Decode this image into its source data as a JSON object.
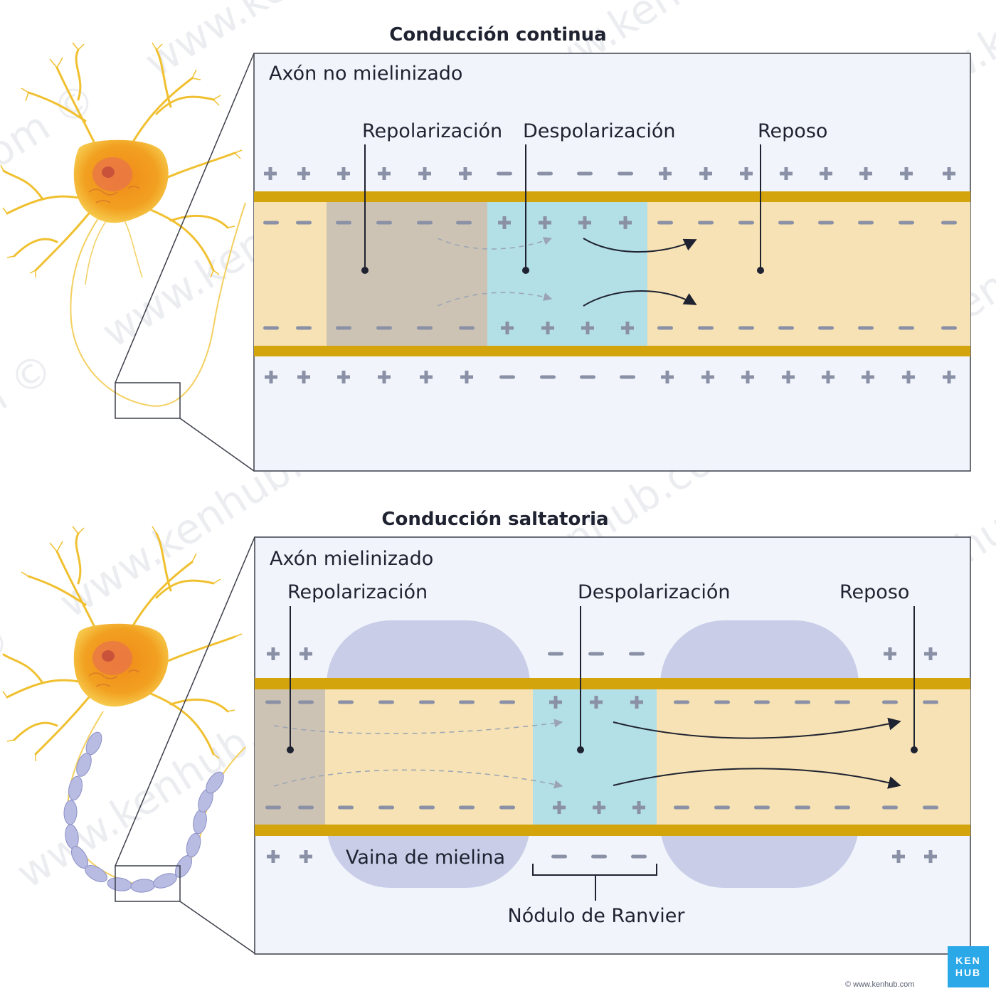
{
  "top": {
    "title": "Conducción continua",
    "panel_title": "Axón no mielinizado",
    "label_repolarization": "Repolarización",
    "label_depolarization": "Despolarización",
    "label_rest": "Reposo"
  },
  "bottom": {
    "title": "Conducción saltatoria",
    "panel_title": "Axón mielinizado",
    "label_repolarization": "Repolarización",
    "label_depolarization": "Despolarización",
    "label_rest": "Reposo",
    "label_myelin": "Vaina de mielina",
    "label_node": "Nódulo de Ranvier"
  },
  "watermark": "www.kenhub.com ©",
  "logo": {
    "line1": "KEN",
    "line2": "HUB"
  },
  "copyright": "© www.kenhub.com",
  "colors": {
    "membrane": "#d4a40c",
    "axoplasm": "#f6e2b4",
    "repolarization_zone": "#cdc3b4",
    "depolarization_zone": "#b3dfe6",
    "myelin": "#c9cde8",
    "panel_bg": "#f1f5fb",
    "charge": "#8a90a6",
    "neuron": "#f2b01e"
  }
}
